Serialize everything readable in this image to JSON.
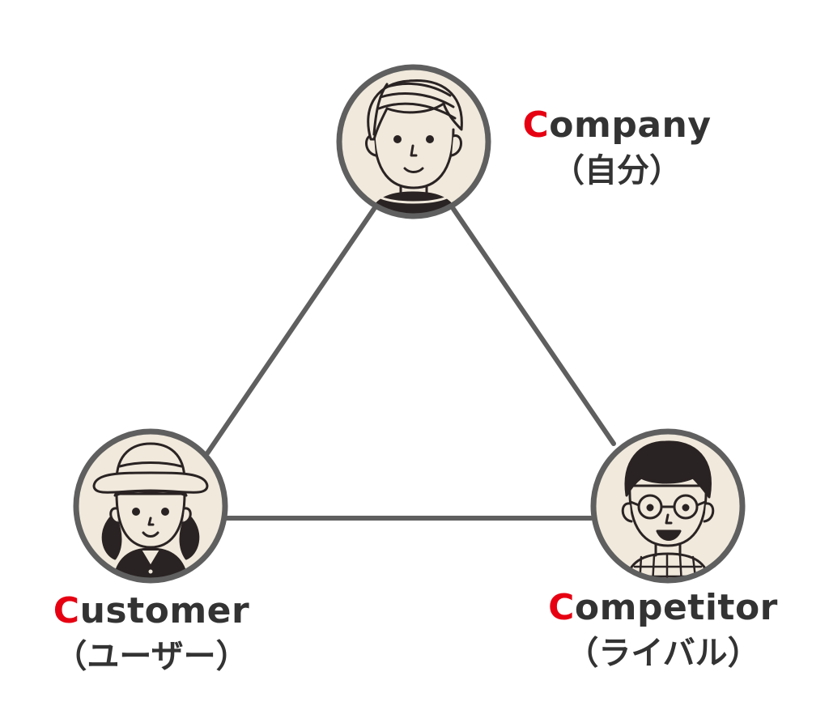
{
  "colors": {
    "accent_initial": "#e60012",
    "text": "#333333",
    "line": "#5f5f5f",
    "avatar_bg": "#f0e9dc",
    "ink": "#2a2323"
  },
  "nodes": {
    "company": {
      "initial": "C",
      "rest": "ompany",
      "jp": "（自分）",
      "icon": "man-avatar-icon"
    },
    "customer": {
      "initial": "C",
      "rest": "ustomer",
      "jp": "（ユーザー）",
      "icon": "girl-avatar-icon"
    },
    "competitor": {
      "initial": "C",
      "rest": "ompetitor",
      "jp": "（ライバル）",
      "icon": "glasses-man-avatar-icon"
    }
  }
}
